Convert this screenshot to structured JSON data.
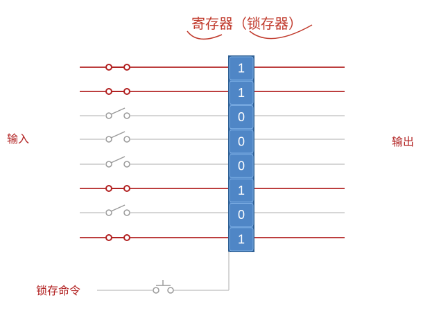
{
  "title": "寄存器（锁存器）",
  "input_label": "输入",
  "output_label": "输出",
  "control_label": "锁存命令",
  "bits": [
    "1",
    "1",
    "0",
    "0",
    "0",
    "1",
    "0",
    "1"
  ],
  "switch_states": [
    "closed",
    "closed",
    "open",
    "open",
    "open",
    "closed",
    "open",
    "closed"
  ],
  "colors": {
    "active_line": "#b22222",
    "inactive_line": "#c8c8c8",
    "register_fill": "#4f86c6",
    "register_border": "#2e5f93",
    "title": "#c0392b"
  }
}
